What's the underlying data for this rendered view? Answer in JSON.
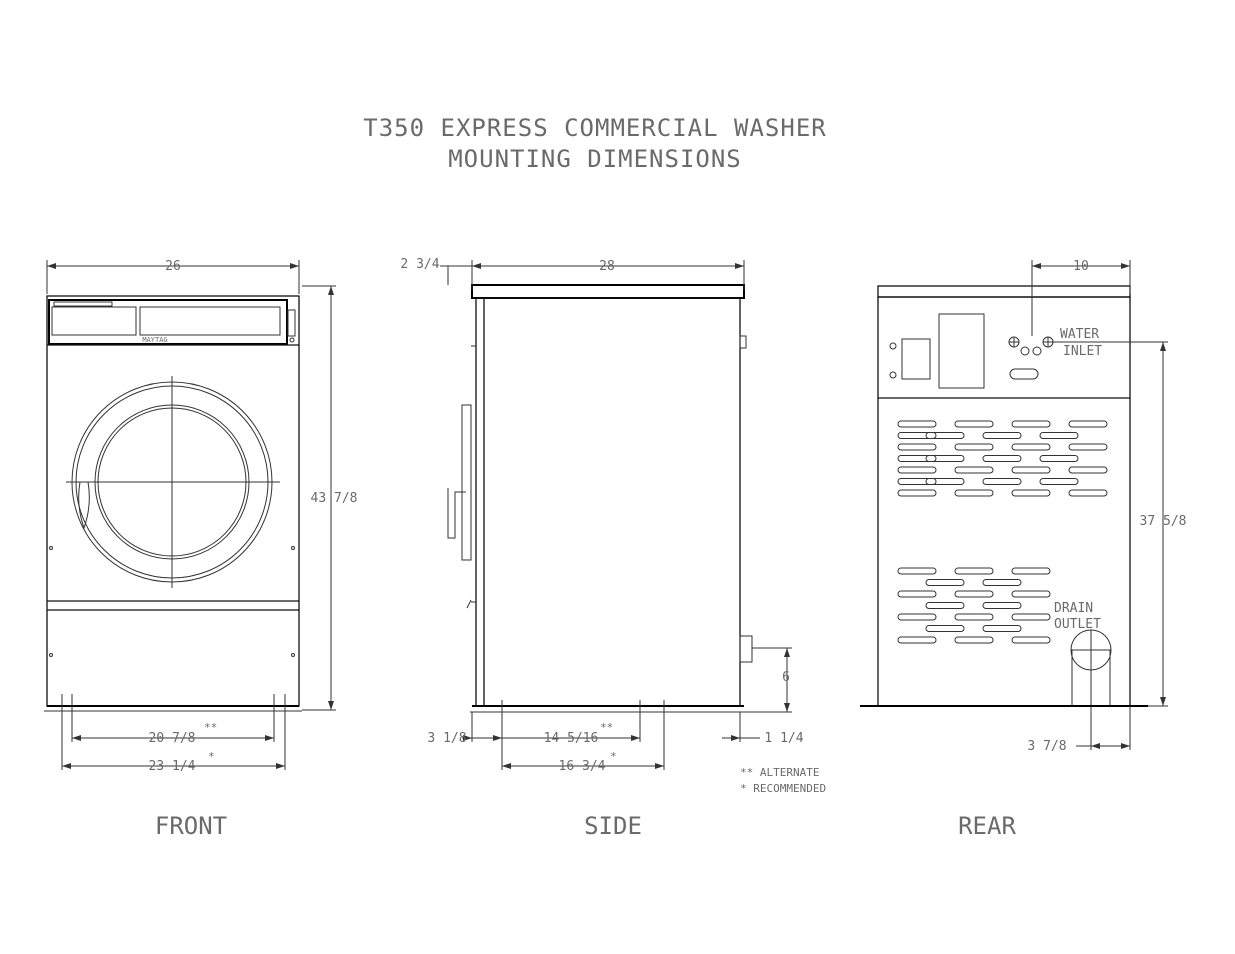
{
  "title": {
    "line1": "T350 EXPRESS COMMERCIAL WASHER",
    "line2": "MOUNTING DIMENSIONS"
  },
  "views": {
    "front": "FRONT",
    "side": "SIDE",
    "rear": "REAR"
  },
  "front_dims": {
    "width": "26",
    "height": "43 7/8",
    "alternate_span": "20 7/8",
    "recommended_span": "23 1/4",
    "alt_mark": "**",
    "rec_mark": "*"
  },
  "side_dims": {
    "depth": "28",
    "top_offset": "2 3/4",
    "front_offset": "3 1/8",
    "alternate_span": "14 5/16",
    "recommended_span": "16 3/4",
    "rear_offset": "1 1/4",
    "drain_height": "6",
    "alt_mark": "**",
    "rec_mark": "*"
  },
  "rear_dims": {
    "inlet_offset": "10",
    "inlet_height": "37 5/8",
    "drain_offset": "3 7/8",
    "water_label_1": "WATER",
    "water_label_2": "INLET",
    "drain_label_1": "DRAIN",
    "drain_label_2": "OUTLET"
  },
  "legend": {
    "alternate": "** ALTERNATE",
    "recommended": "* RECOMMENDED"
  }
}
